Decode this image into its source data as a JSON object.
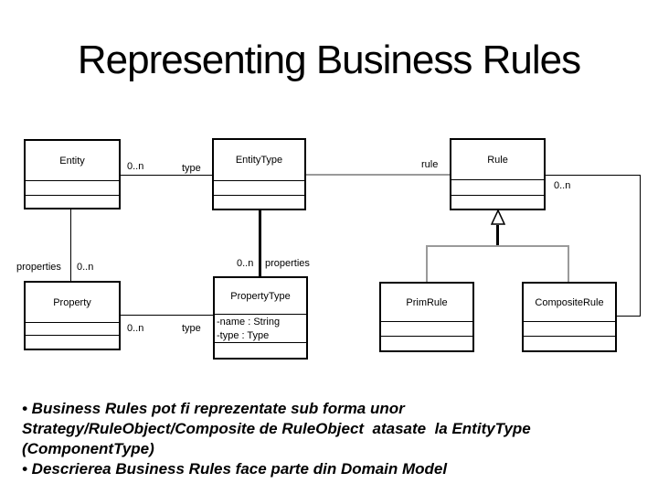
{
  "title": "Representing Business Rules",
  "diagram": {
    "classes": {
      "entity": {
        "name": "Entity"
      },
      "entity_type": {
        "name": "EntityType"
      },
      "rule": {
        "name": "Rule"
      },
      "property": {
        "name": "Property"
      },
      "property_type": {
        "name": "PropertyType",
        "attributes": [
          "-name : String",
          "-type : Type"
        ]
      },
      "prim_rule": {
        "name": "PrimRule"
      },
      "composite_rule": {
        "name": "CompositeRule"
      }
    },
    "labels": {
      "entity_to_entitytype_multiplicity": "0..n",
      "entity_to_entitytype_role": "type",
      "entitytype_to_rule_role": "rule",
      "rule_multiplicity": "0..n",
      "entity_to_property_role": "properties",
      "entity_to_property_multiplicity": "0..n",
      "entitytype_to_propertytype_multiplicity": "0..n",
      "entitytype_to_propertytype_role": "properties",
      "property_to_propertytype_multiplicity": "0..n",
      "property_to_propertytype_role": "type"
    },
    "colors": {
      "line": "#000000",
      "secondary_line": "#9a9a9a"
    }
  },
  "notes": {
    "lines": [
      "• Business Rules pot fi reprezentate sub forma unor",
      "Strategy/RuleObject/Composite de RuleObject  atasate  la EntityType",
      "(ComponentType)",
      "• Descrierea Business Rules face parte din Domain Model"
    ]
  }
}
